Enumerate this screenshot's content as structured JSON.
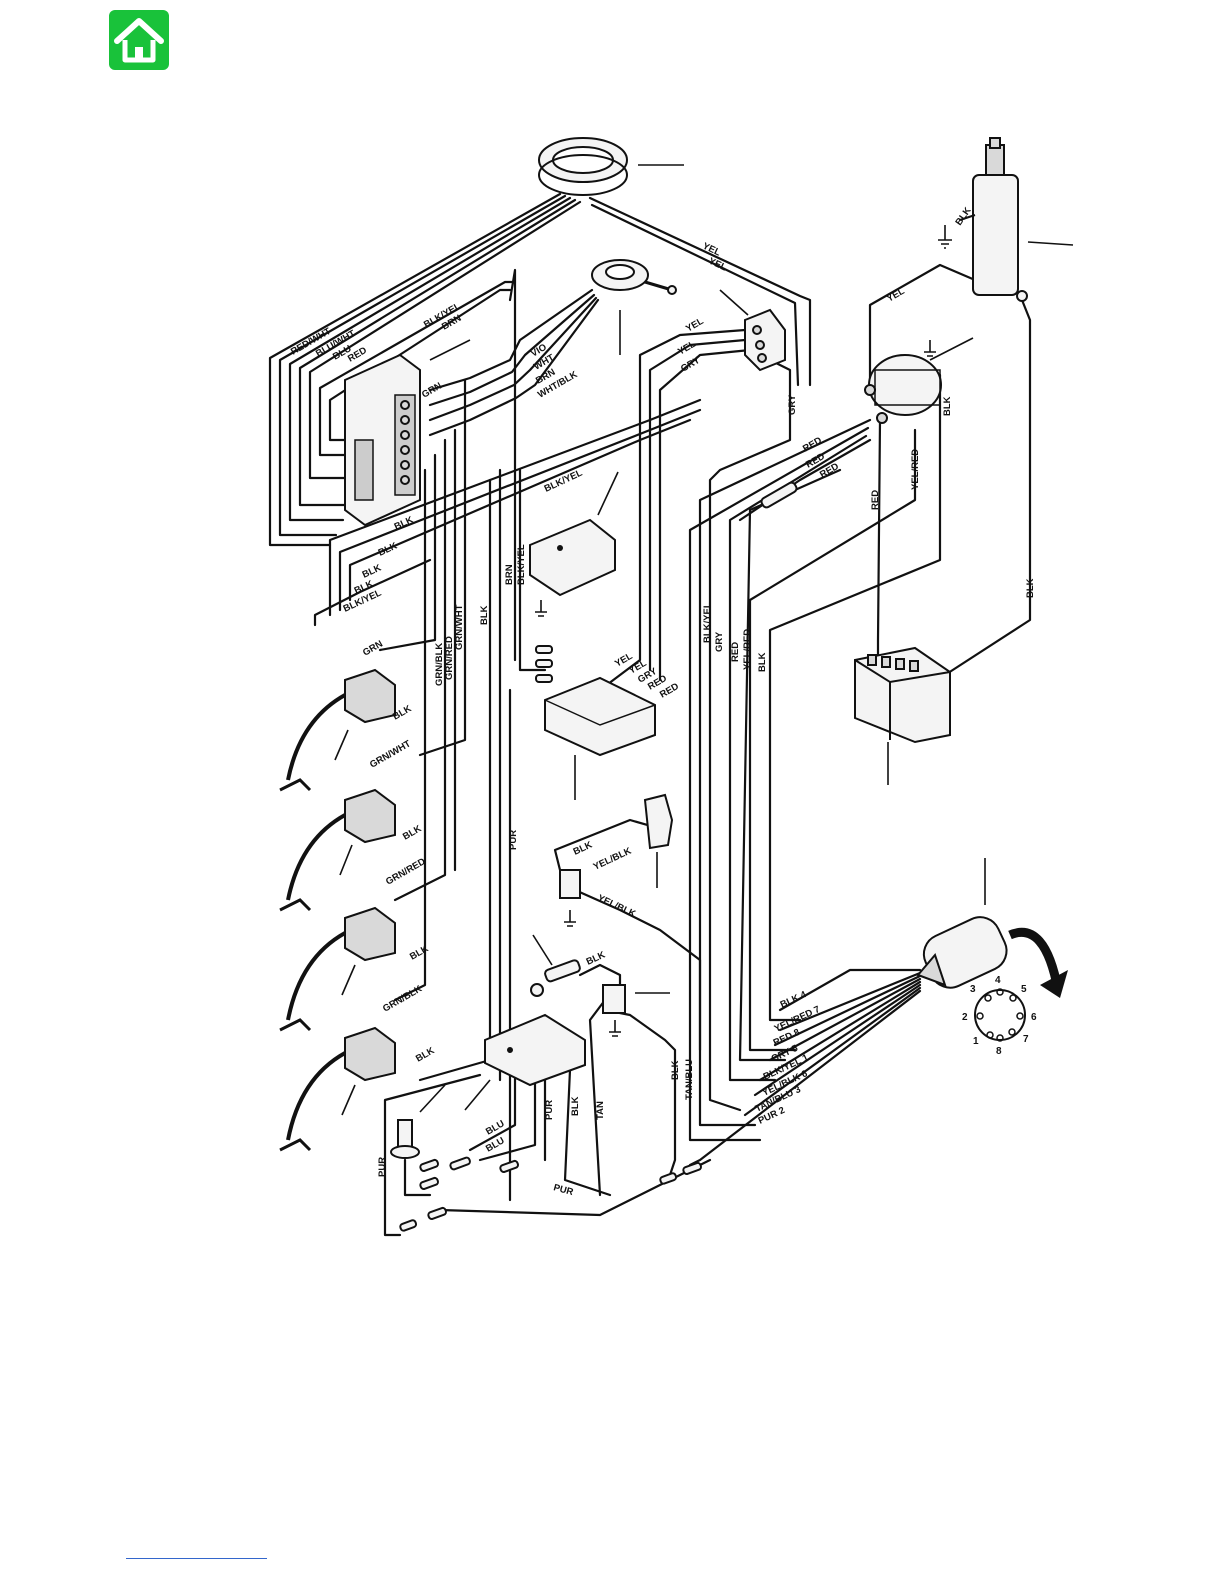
{
  "nav": {
    "home_icon": "home-icon",
    "home_color": "#19c23a"
  },
  "wire_labels": {
    "stator_left": [
      "RED/WHT",
      "BLU/WHT",
      "BLU",
      "RED"
    ],
    "stator_right": [
      "YEL",
      "YEL"
    ],
    "pack_top": [
      "BLK/YEL",
      "BRN",
      "GRN"
    ],
    "trigger": [
      "VIO",
      "WHT",
      "BRN",
      "WHT/BLK"
    ],
    "solenoid_feed": [
      "YEL",
      "YEL",
      "GRY",
      "GRY"
    ],
    "starter": [
      "BLK",
      "YEL",
      "BLK"
    ],
    "relay": [
      "RED",
      "RED",
      "RED",
      "RED",
      "YEL/RED",
      "BLK"
    ],
    "center_bus": [
      "BLK/YEL",
      "BLK",
      "BLK",
      "BLK",
      "BLK",
      "BLK/YEL"
    ],
    "coil_feeds": [
      "GRN/BLK",
      "GRN/RED",
      "GRN/WHT",
      "BLK",
      "BRN",
      "BLK/YEL"
    ],
    "regulator": [
      "YEL",
      "YEL",
      "GRY",
      "RED",
      "RED"
    ],
    "harness_vertical": [
      "BLK/YEL",
      "GRY",
      "RED",
      "YEL/RED",
      "BLK"
    ],
    "coils": [
      "GRN",
      "BLK",
      "GRN/WHT",
      "BLK",
      "GRN/RED",
      "BLK",
      "GRN/BLK",
      "BLK"
    ],
    "misc": [
      "PUR",
      "BLK",
      "YEL/BLK",
      "YEL/BLK",
      "BLK",
      "BLK",
      "TAN/BLU",
      "TAN",
      "BLK",
      "PUR",
      "PUR",
      "BLU",
      "BLU",
      "PUR"
    ],
    "harness_fan": [
      "BLK 4",
      "YEL/RED 7",
      "RED 8",
      "GRY 5",
      "BLK/YEL 1",
      "YEL/BLK 6",
      "TAN/BLU 3",
      "PUR 2"
    ]
  },
  "connector_pins": [
    "1",
    "2",
    "3",
    "4",
    "5",
    "6",
    "7",
    "8"
  ]
}
